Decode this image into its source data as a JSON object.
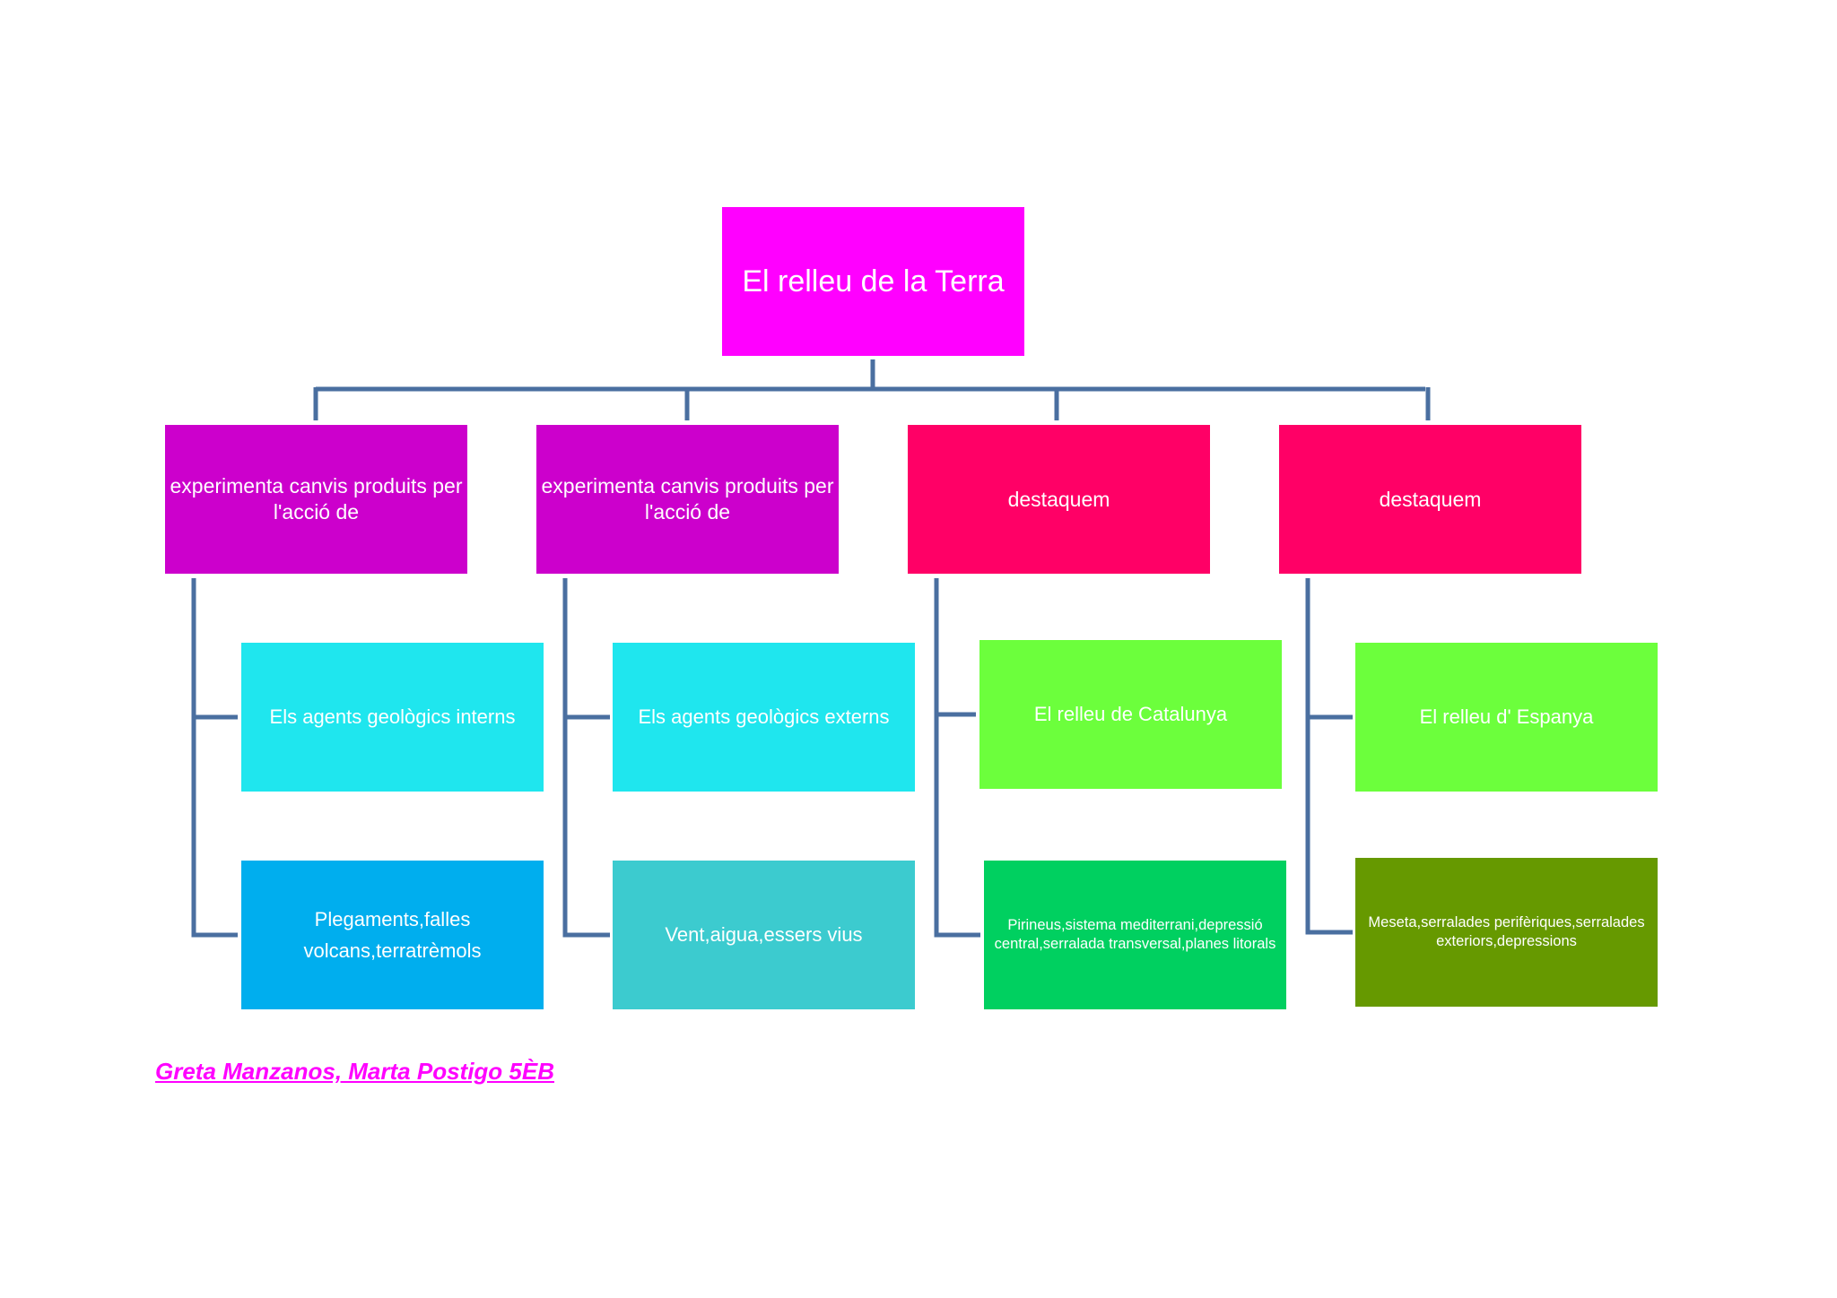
{
  "diagram": {
    "root": {
      "label": "El relleu de la Terra",
      "color": "#ff00ff"
    },
    "branches": [
      {
        "label": "experimenta canvis produits per l'acció de",
        "color": "#cc00cc",
        "children": [
          {
            "label": "Els agents geològics interns",
            "color": "#1fe6ee"
          },
          {
            "label": "Plegaments,falles volcans,terratrèmols",
            "color": "#00aeee"
          }
        ]
      },
      {
        "label": "experimenta canvis produits per l'acció de",
        "color": "#cc00cc",
        "children": [
          {
            "label": "Els agents geològics externs",
            "color": "#1fe6ee"
          },
          {
            "label": "Vent,aigua,essers vius",
            "color": "#3ccbcf"
          }
        ]
      },
      {
        "label": "destaquem",
        "color": "#ff0066",
        "children": [
          {
            "label": "El relleu de Catalunya",
            "color": "#6cff3c"
          },
          {
            "label": "Pirineus,sistema mediterrani,depressió central,serralada transversal,planes litorals",
            "color": "#00d060"
          }
        ]
      },
      {
        "label": "destaquem",
        "color": "#ff0066",
        "children": [
          {
            "label": "El relleu d' Espanya",
            "color": "#6cff3c"
          },
          {
            "label": "Meseta,serralades perifèriques,serralades exteriors,depressions",
            "color": "#669900"
          }
        ]
      }
    ],
    "connector_color": "#4a6fa0"
  },
  "author": {
    "text": "Greta Manzanos, Marta Postigo 5ÈB",
    "color": "#ff00ff"
  }
}
